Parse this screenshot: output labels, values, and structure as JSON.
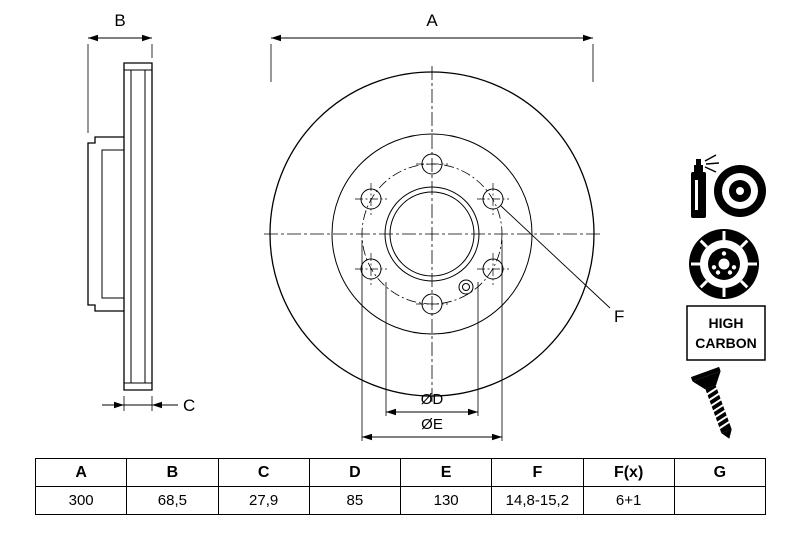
{
  "page": {
    "background": "#ffffff",
    "line_color": "#000000"
  },
  "drawing": {
    "labels": {
      "dim_a": "A",
      "dim_b": "B",
      "dim_c": "C",
      "dim_d": "ØD",
      "dim_e": "ØE",
      "dim_f": "F"
    }
  },
  "side_panel": {
    "high_carbon": {
      "line1": "HIGH",
      "line2": "CARBON"
    },
    "icons": [
      "spray-coating-icon",
      "brake-disc-icon",
      "high-carbon-badge",
      "countersunk-screw-icon"
    ]
  },
  "table": {
    "headers": [
      "A",
      "B",
      "C",
      "D",
      "E",
      "F",
      "F(x)",
      "G"
    ],
    "values": [
      "300",
      "68,5",
      "27,9",
      "85",
      "130",
      "14,8-15,2",
      "6+1",
      ""
    ]
  }
}
